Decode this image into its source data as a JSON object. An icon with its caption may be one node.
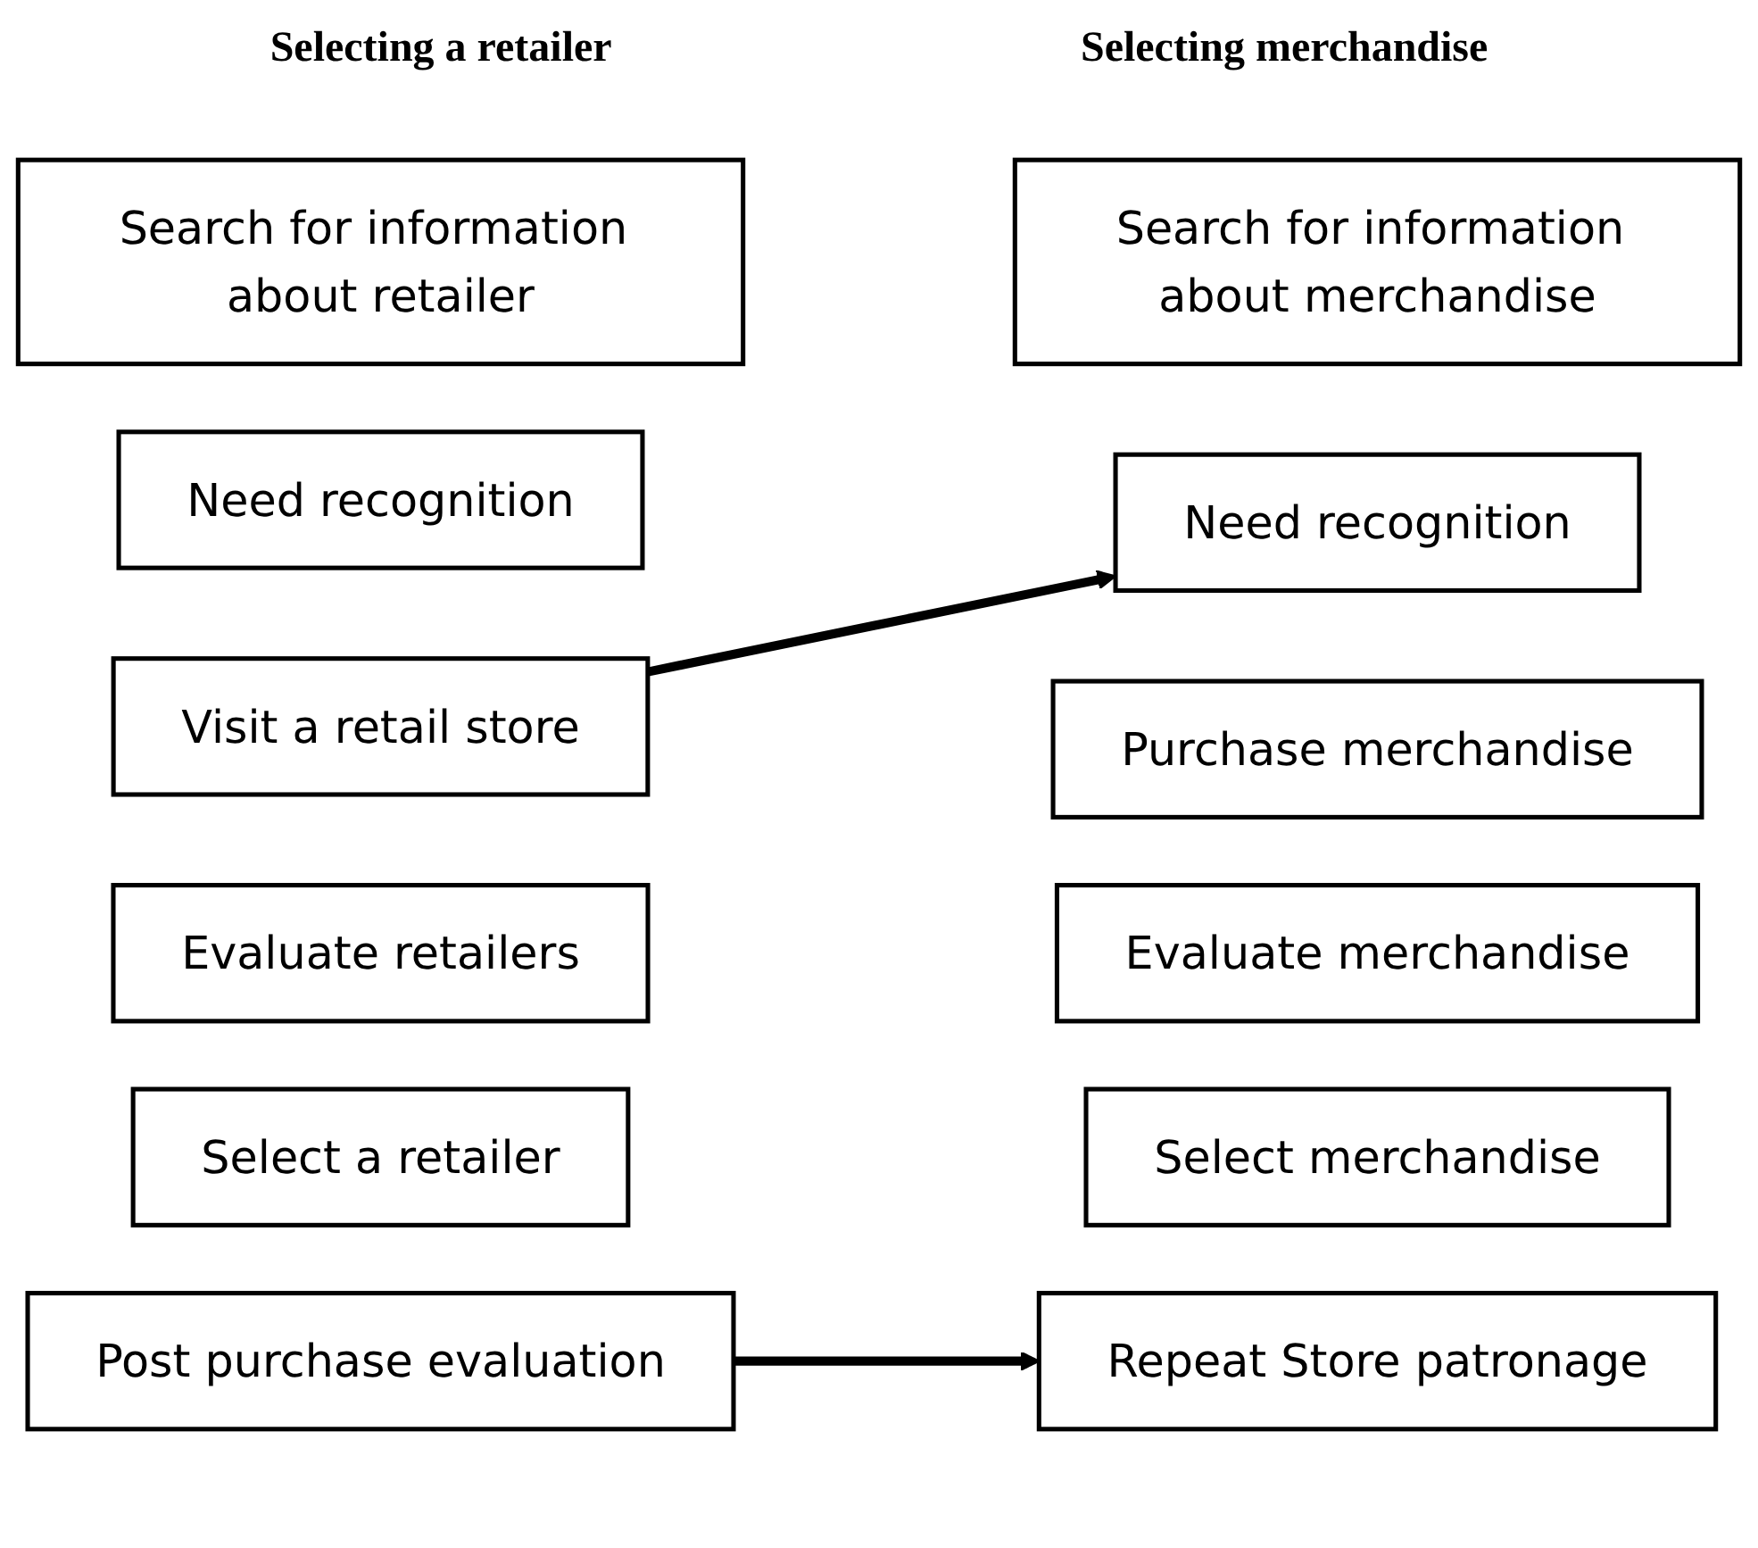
{
  "diagram": {
    "nodes": [
      {
        "text": [
          "Need recognition"
        ]
      },
      {
        "text": [
          "Search for information about retailer"
        ]
      },
      {
        "text": [
          "Evaluate retailers"
        ]
      },
      {
        "text": [
          "Select a retailer"
        ]
      },
      {
        "text": [
          "Visit a retail store"
        ]
      },
      {
        "text": [
          "Repeat Store patronage"
        ]
      },
      {
        "text": [
          "Need recognition"
        ]
      },
      {
        "text": [
          "Search for information about merchandise"
        ]
      },
      {
        "text": [
          "Evaluate merchandise"
        ]
      },
      {
        "text": [
          "Select merchandise"
        ]
      },
      {
        "text": [
          "Purchase merchandise"
        ]
      },
      {
        "text": [
          "Post purchase evaluation"
        ]
      }
    ],
    "edges": [
      {
        "from": 4,
        "to": 6,
        "arrow": "to"
      },
      {
        "from": 11,
        "to": 5,
        "arrow": "to"
      }
    ],
    "labels": [
      "Selecting a retailer",
      "Selecting merchandise"
    ]
  }
}
